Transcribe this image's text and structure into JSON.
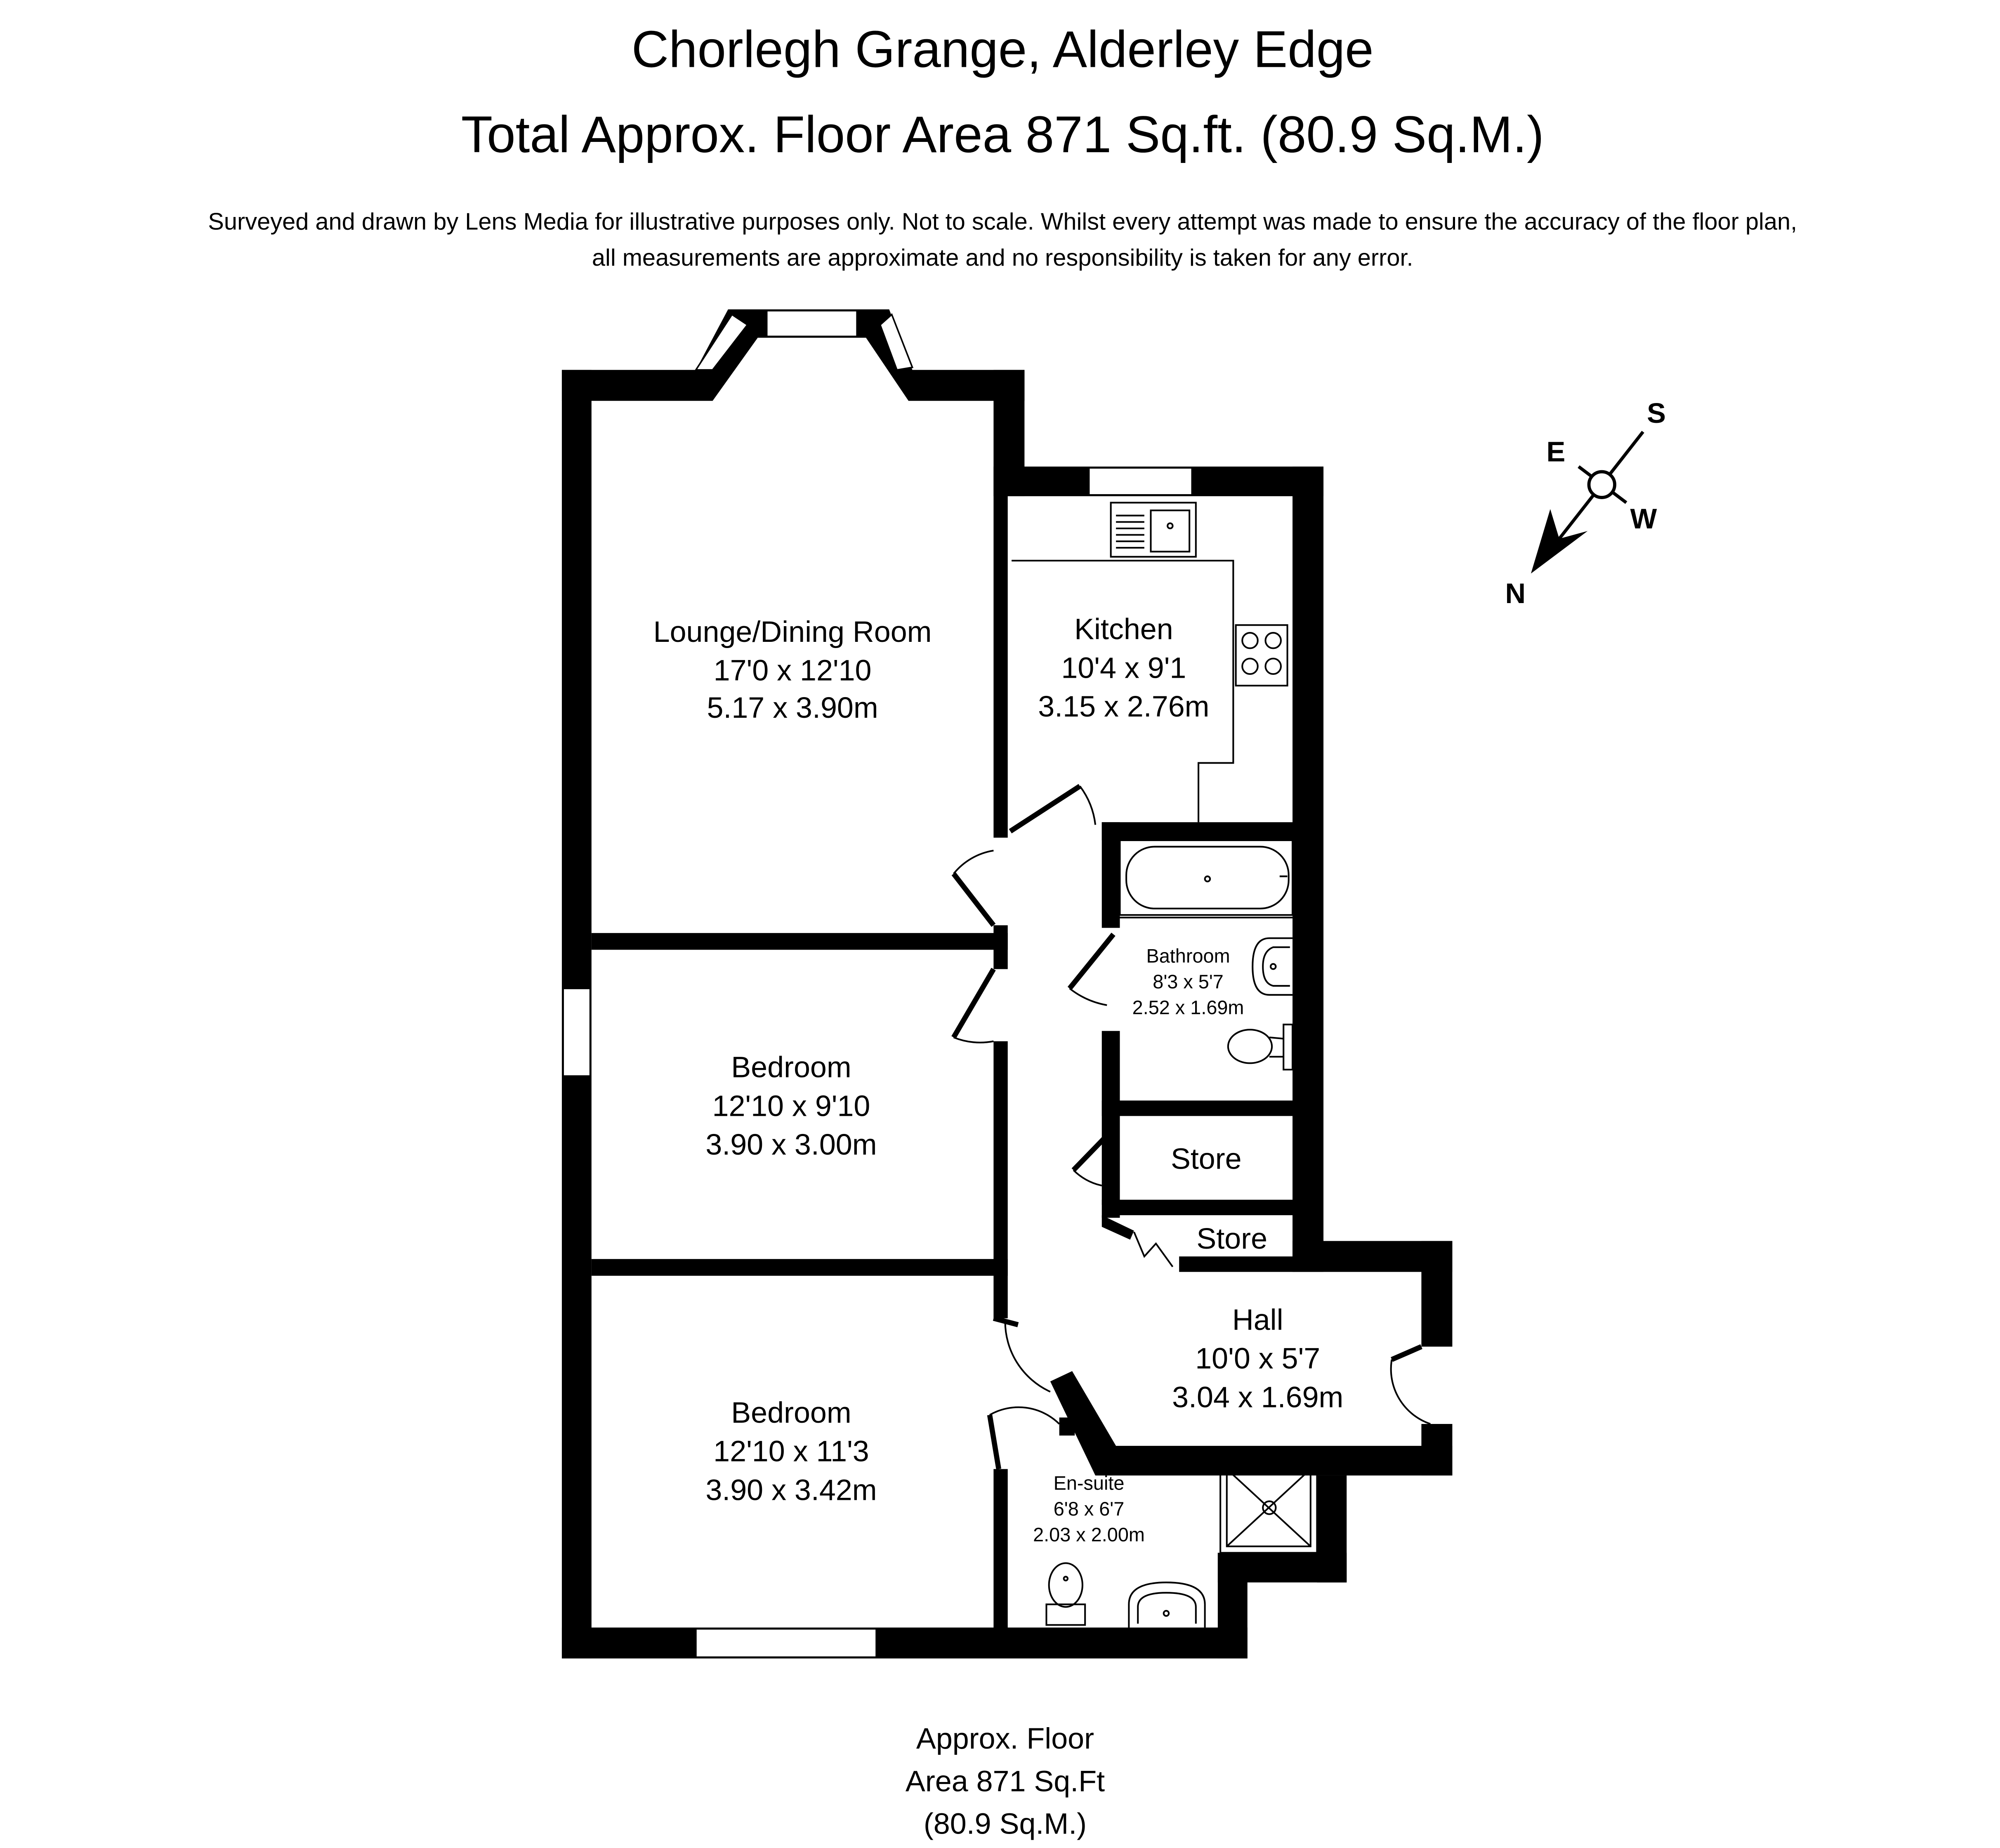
{
  "header": {
    "title": "Chorlegh Grange, Alderley Edge",
    "subtitle": "Total Approx. Floor Area 871 Sq.ft. (80.9 Sq.M.)",
    "disclaimer_line1": "Surveyed and drawn by Lens Media for illustrative purposes only. Not to scale. Whilst every attempt was made to ensure the accuracy of the floor plan,",
    "disclaimer_line2": "all measurements are approximate and no responsibility is taken for any error."
  },
  "rooms": {
    "lounge": {
      "name": "Lounge/Dining Room",
      "imperial": "17'0 x 12'10",
      "metric": "5.17 x 3.90m"
    },
    "kitchen": {
      "name": "Kitchen",
      "imperial": "10'4 x 9'1",
      "metric": "3.15 x 2.76m"
    },
    "bathroom": {
      "name": "Bathroom",
      "imperial": "8'3 x 5'7",
      "metric": "2.52 x 1.69m"
    },
    "bedroom1": {
      "name": "Bedroom",
      "imperial": "12'10 x 9'10",
      "metric": "3.90 x 3.00m"
    },
    "store1": {
      "name": "Store"
    },
    "store2": {
      "name": "Store"
    },
    "hall": {
      "name": "Hall",
      "imperial": "10'0 x 5'7",
      "metric": "3.04 x 1.69m"
    },
    "bedroom2": {
      "name": "Bedroom",
      "imperial": "12'10 x 11'3",
      "metric": "3.90 x 3.42m"
    },
    "ensuite": {
      "name": "En-suite",
      "imperial": "6'8 x 6'7",
      "metric": "2.03 x 2.00m"
    }
  },
  "compass": {
    "north": "N",
    "south": "S",
    "east": "E",
    "west": "W"
  },
  "footer": {
    "line1": "Approx. Floor",
    "line2": "Area 871 Sq.Ft",
    "line3": "(80.9 Sq.M.)"
  }
}
